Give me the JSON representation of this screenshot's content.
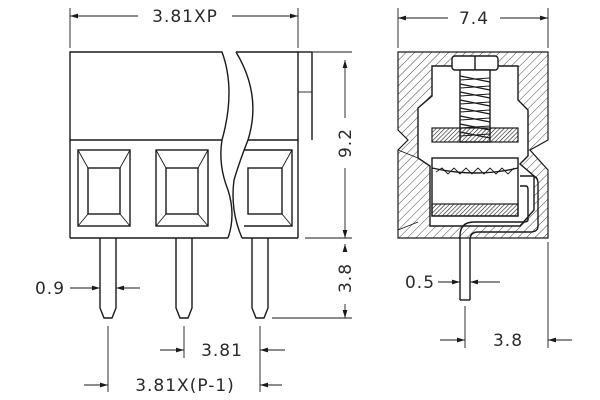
{
  "drawing": {
    "front_view": {
      "top_pitch_label": "3.81XP",
      "height_label": "9.2",
      "pin_length_label": "3.8",
      "pin_width_label": "0.9",
      "pitch_label": "3.81",
      "total_span_label": "3.81X(P-1)"
    },
    "side_view": {
      "width_label": "7.4",
      "pin_thickness_label": "0.5",
      "pin_offset_label": "3.8"
    }
  }
}
